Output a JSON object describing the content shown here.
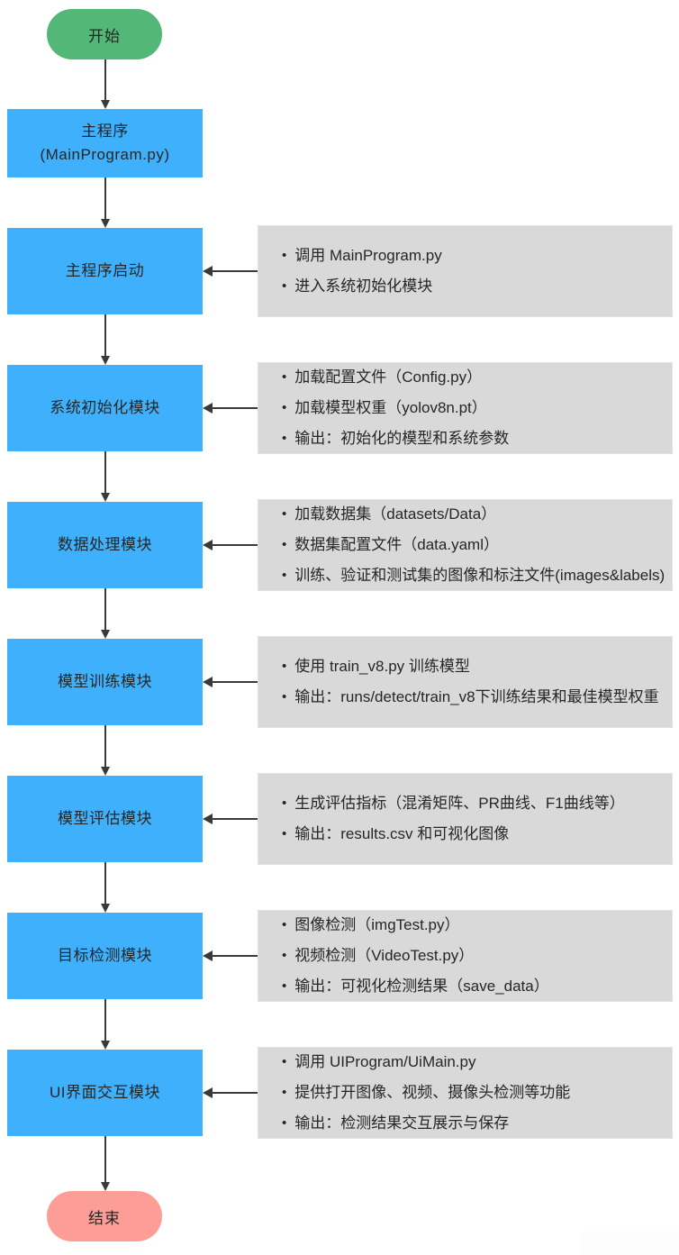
{
  "terminals": {
    "start": "开始",
    "end": "结束"
  },
  "nodes": [
    {
      "label": "主程序",
      "sublabel": "(MainProgram.py)"
    },
    {
      "label": "主程序启动",
      "notes": [
        "调用 MainProgram.py",
        "进入系统初始化模块"
      ]
    },
    {
      "label": "系统初始化模块",
      "notes": [
        "加载配置文件（Config.py）",
        "加载模型权重（yolov8n.pt）",
        "输出：初始化的模型和系统参数"
      ]
    },
    {
      "label": "数据处理模块",
      "notes": [
        "加载数据集（datasets/Data）",
        "数据集配置文件（data.yaml）",
        "训练、验证和测试集的图像和标注文件(images&labels)"
      ]
    },
    {
      "label": "模型训练模块",
      "notes": [
        "使用 train_v8.py 训练模型",
        "输出：runs/detect/train_v8下训练结果和最佳模型权重"
      ]
    },
    {
      "label": "模型评估模块",
      "notes": [
        "生成评估指标（混淆矩阵、PR曲线、F1曲线等）",
        "输出：results.csv 和可视化图像"
      ]
    },
    {
      "label": "目标检测模块",
      "notes": [
        "图像检测（imgTest.py）",
        "视频检测（VideoTest.py）",
        "输出：可视化检测结果（save_data）"
      ]
    },
    {
      "label": "UI界面交互模块",
      "notes": [
        "调用 UIProgram/UiMain.py",
        "提供打开图像、视频、摄像头检测等功能",
        "输出：检测结果交互展示与保存"
      ]
    }
  ],
  "colors": {
    "start_fill": "#53b877",
    "process_fill": "#3fb1fc",
    "note_fill": "#d9d9d9",
    "end_fill": "#fc9d96",
    "arrow": "#3a3a3a",
    "text": "#262626"
  }
}
